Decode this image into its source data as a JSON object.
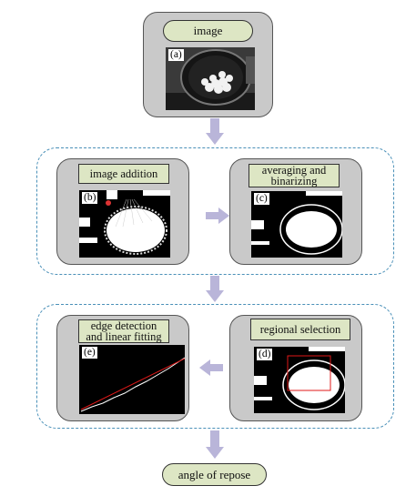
{
  "steps": {
    "top": {
      "label": "image",
      "tag": "(a)"
    },
    "b": {
      "label": "image addition",
      "tag": "(b)"
    },
    "c": {
      "label": "averaging and binarizing",
      "tag": "(c)"
    },
    "d": {
      "label": "regional selection",
      "tag": "(d)"
    },
    "e": {
      "label": "edge detection and linear fitting",
      "tag": "(e)"
    },
    "final": {
      "label": "angle of repose"
    }
  },
  "colors": {
    "panel": "#c9c9c9",
    "label_fill": "#dde6c4",
    "dashed_border": "#4a90b8",
    "arrow": "#b9b5d9",
    "selection": "#e01818"
  }
}
